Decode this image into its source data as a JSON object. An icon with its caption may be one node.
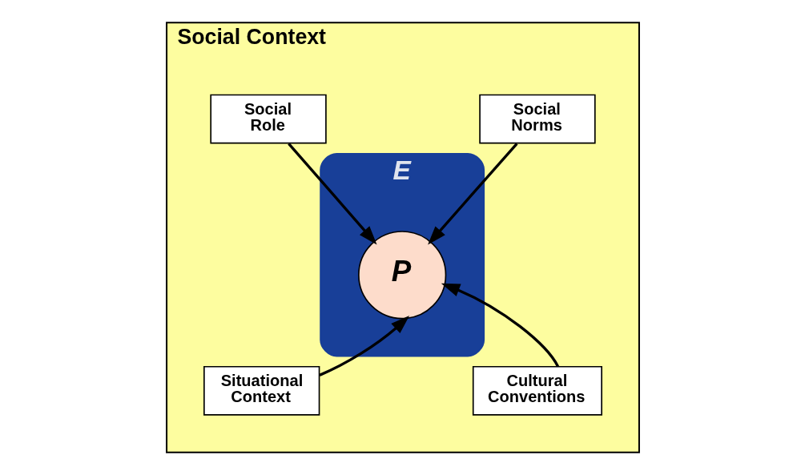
{
  "diagram": {
    "nodes": [
      {
        "text": [
          "Social Context"
        ]
      },
      {
        "text": [
          "Social Norms"
        ],
        "in": 0
      },
      {
        "text": [
          "Social Role"
        ],
        "in": 0
      },
      {
        "text": [
          "E"
        ],
        "in": 0
      },
      {
        "text": [
          "P"
        ],
        "in": 3
      },
      {
        "text": [
          "Situational Context"
        ],
        "in": 0
      },
      {
        "text": [
          "Cultural Conventions"
        ],
        "in": 0
      }
    ],
    "edges": [
      {
        "from": 1,
        "to": 4,
        "arrow": "to"
      },
      {
        "from": 2,
        "to": 4,
        "arrow": "to"
      },
      {
        "from": 5,
        "to": 4,
        "arrow": "to"
      },
      {
        "from": 6,
        "to": 4,
        "arrow": "to"
      }
    ]
  }
}
